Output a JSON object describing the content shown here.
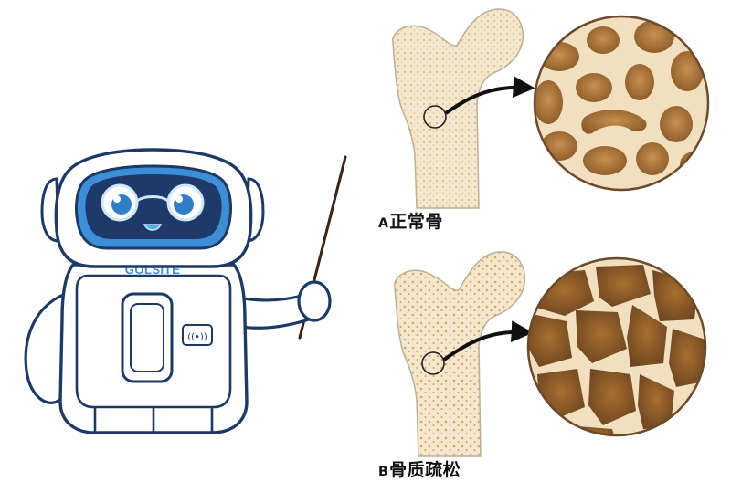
{
  "robot": {
    "brand": "GOLSITE",
    "nfc_symbol": "((•))"
  },
  "figures": [
    {
      "id": "A",
      "letter": "A",
      "label": "正常骨"
    },
    {
      "id": "B",
      "letter": "B",
      "label": "骨质疏松"
    }
  ],
  "colors": {
    "outline": "#1d3a66",
    "visor_blue": "#3c8fd6",
    "bone_light": "#f3e6cc",
    "bone_dots": "#d9c29a",
    "bone_dark": "#b27f3c",
    "pore_dark": "#7a5226",
    "arrow": "#111111"
  }
}
